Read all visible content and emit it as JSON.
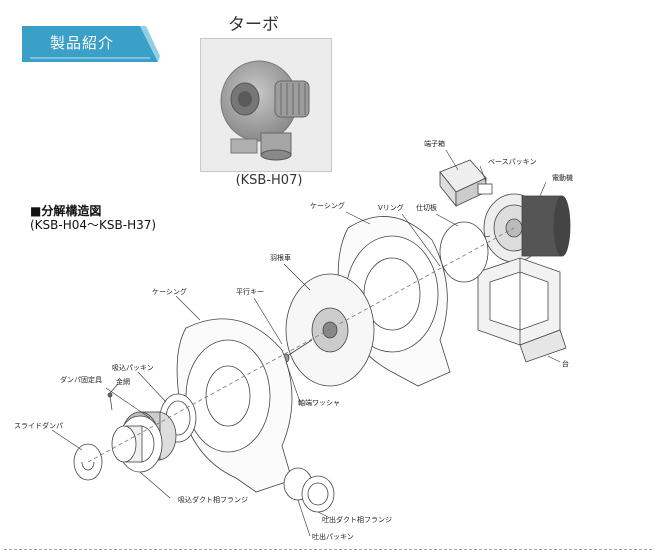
{
  "header": {
    "badge_label": "製品紹介",
    "badge_color": "#3aa0c8"
  },
  "product": {
    "title": "ターボ",
    "caption": "(KSB-H07)"
  },
  "section": {
    "title": "■分解構造図",
    "subtitle": "(KSB-H04～KSB-H37)"
  },
  "parts": {
    "terminal_box": "端子箱",
    "base_packing": "ベースパッキン",
    "motor": "電動機",
    "casing_rear": "ケーシング",
    "v_ring": "Vリング",
    "partition_plate": "仕切板",
    "impeller": "羽根車",
    "parallel_key": "平行キー",
    "casing_front": "ケーシング",
    "suction_packing": "吸込パッキン",
    "damper_fixing_tool": "ダンパ固定具",
    "wire_net": "金網",
    "slide_damper": "スライドダンパ",
    "shaft_washer": "軸端ワッシャ",
    "suction_flange": "吸込ダクト相フランジ",
    "discharge_flange": "吐出ダクト相フランジ",
    "discharge_packing": "吐出パッキン",
    "stand": "台"
  }
}
